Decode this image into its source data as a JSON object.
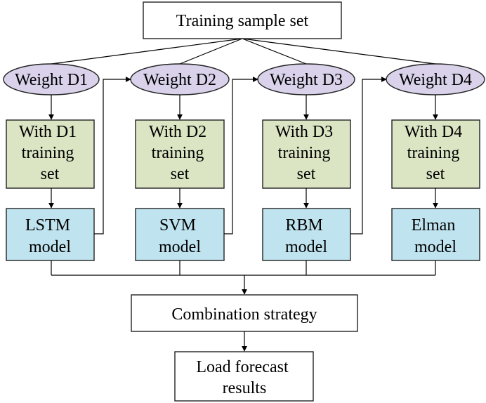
{
  "colors": {
    "ellipse_fill": "#d9d2ea",
    "training_fill": "#dbe5c4",
    "model_fill": "#bfe3ef",
    "plain_fill": "#ffffff",
    "line": "#000000"
  },
  "top": {
    "label": "Training sample set"
  },
  "columns": [
    {
      "weight": "Weight D1",
      "training": [
        "With D1",
        "training",
        "set"
      ],
      "model": [
        "LSTM",
        "model"
      ]
    },
    {
      "weight": "Weight D2",
      "training": [
        "With D2",
        "training",
        "set"
      ],
      "model": [
        "SVM",
        "model"
      ]
    },
    {
      "weight": "Weight D3",
      "training": [
        "With D3",
        "training",
        "set"
      ],
      "model": [
        "RBM",
        "model"
      ]
    },
    {
      "weight": "Weight D4",
      "training": [
        "With D4",
        "training",
        "set"
      ],
      "model": [
        "Elman",
        "model"
      ]
    }
  ],
  "combination": {
    "label": "Combination strategy"
  },
  "result": {
    "lines": [
      "Load forecast",
      "results"
    ]
  }
}
